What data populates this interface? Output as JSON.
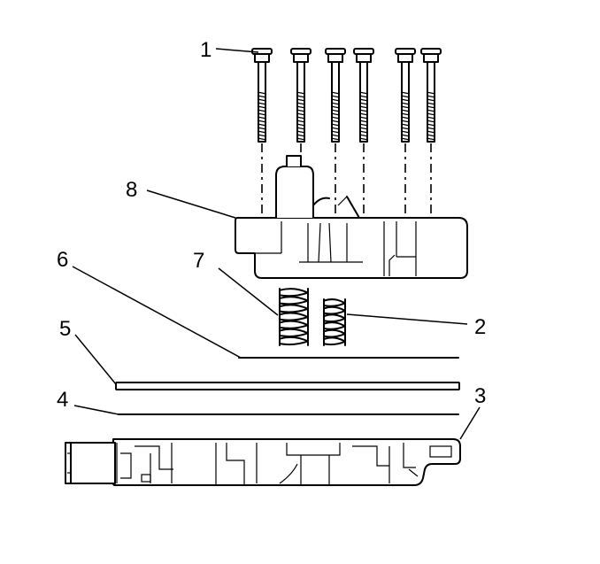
{
  "diagram": {
    "callouts": [
      {
        "id": "c1",
        "label": "1"
      },
      {
        "id": "c2",
        "label": "2"
      },
      {
        "id": "c3",
        "label": "3"
      },
      {
        "id": "c4",
        "label": "4"
      },
      {
        "id": "c5",
        "label": "5"
      },
      {
        "id": "c6",
        "label": "6"
      },
      {
        "id": "c7",
        "label": "7"
      },
      {
        "id": "c8",
        "label": "8"
      }
    ],
    "colors": {
      "ink": "#000000",
      "paper": "#ffffff"
    }
  }
}
